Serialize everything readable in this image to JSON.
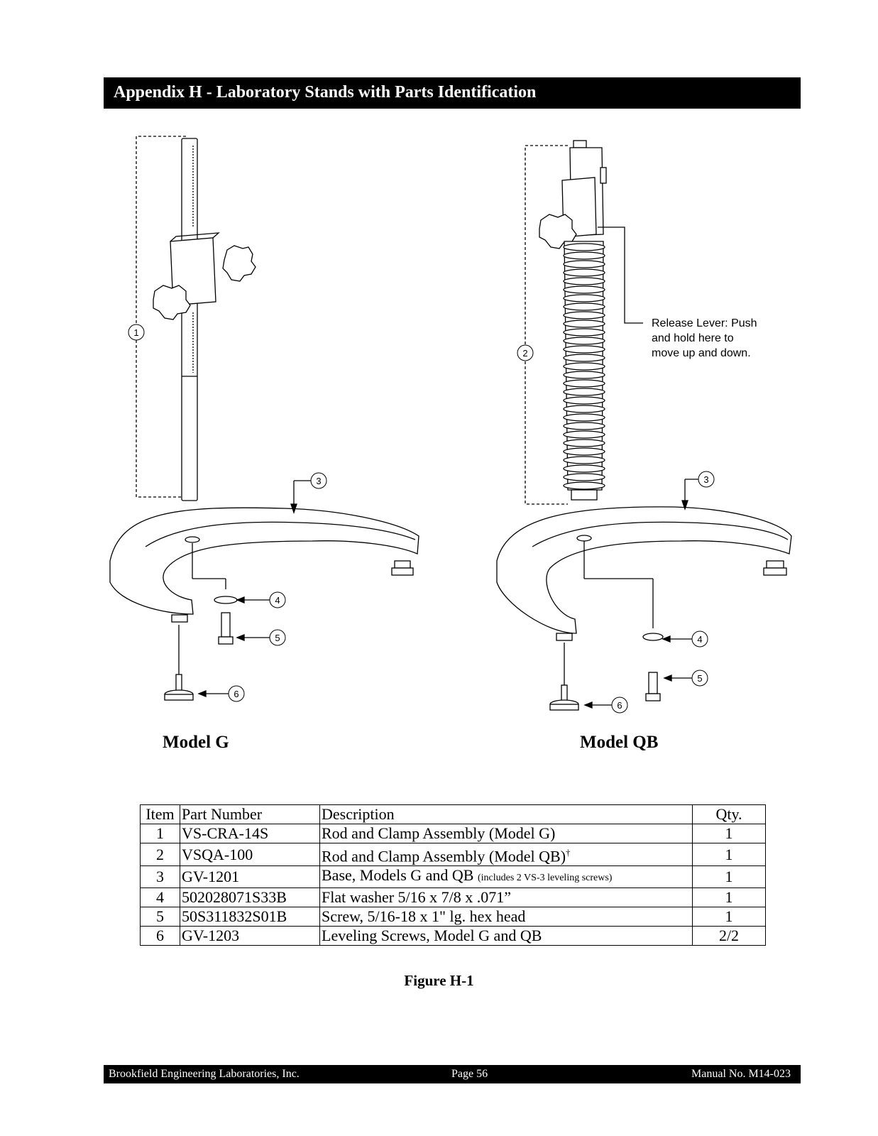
{
  "header": {
    "title": "Appendix H -  Laboratory Stands with Parts Identification"
  },
  "figure": {
    "callouts_left": [
      "1",
      "3",
      "4",
      "5",
      "6"
    ],
    "callouts_right": [
      "2",
      "3",
      "4",
      "5",
      "6"
    ],
    "release_lever_lines": [
      "Release Lever: Push",
      "and hold here to",
      "move up and down."
    ],
    "model_g_label": "Model G",
    "model_qb_label": "Model QB"
  },
  "table": {
    "headers": [
      "Item",
      "Part Number",
      "Description",
      "Qty."
    ],
    "rows": [
      {
        "item": "1",
        "part": "VS-CRA-14S",
        "desc": "Rod and Clamp Assembly (Model G)",
        "desc_small": "",
        "qty": "1"
      },
      {
        "item": "2",
        "part": "VSQA-100",
        "desc": "Rod and Clamp Assembly (Model QB)",
        "dagger": "†",
        "desc_small": "",
        "qty": "1"
      },
      {
        "item": "3",
        "part": "GV-1201",
        "desc": "Base, Models G and QB ",
        "desc_small": "(includes 2 VS-3 leveling screws)",
        "qty": "1"
      },
      {
        "item": "4",
        "part": "502028071S33B",
        "desc": "Flat washer 5/16 x 7/8 x .071”",
        "desc_small": "",
        "qty": "1"
      },
      {
        "item": "5",
        "part": "50S311832S01B",
        "desc": "Screw, 5/16-18 x 1\"  lg.  hex head",
        "desc_small": "",
        "qty": "1"
      },
      {
        "item": "6",
        "part": "GV-1203",
        "desc": "Leveling Screws, Model  G and QB",
        "desc_small": "",
        "qty": "2/2"
      }
    ]
  },
  "caption": "Figure  H-1",
  "footer": {
    "left": "Brookfield Engineering Laboratories, Inc.",
    "center": "Page   56",
    "right": "Manual No. M14-023"
  }
}
